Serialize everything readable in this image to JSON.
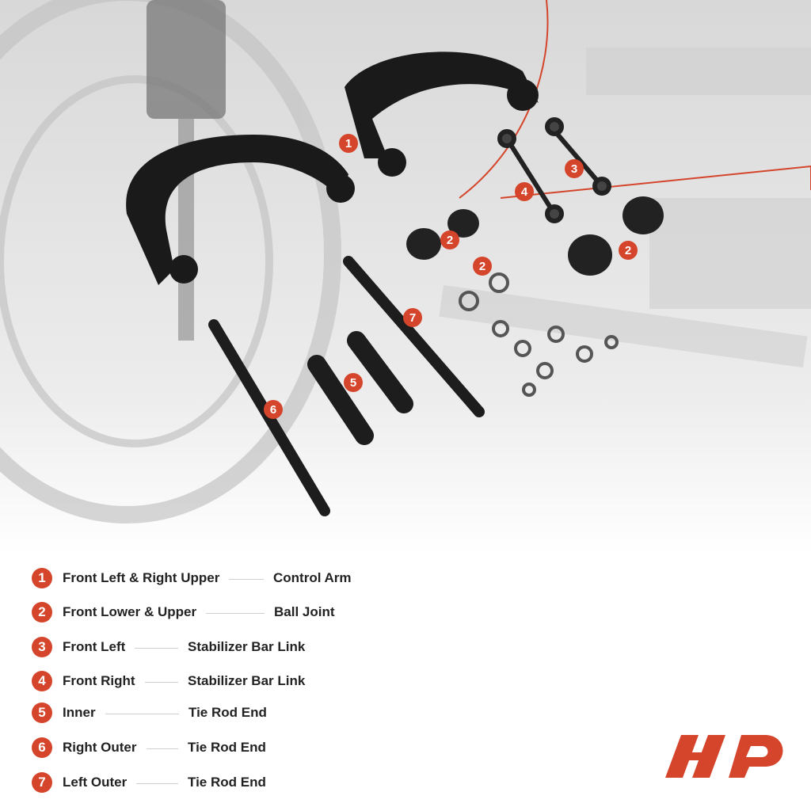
{
  "badges": [
    "1",
    "2",
    "2",
    "2",
    "3",
    "4",
    "5",
    "6",
    "7"
  ],
  "legend": [
    {
      "num": "1",
      "name": "Front Left  &  Right Upper",
      "part": "Control Arm"
    },
    {
      "num": "2",
      "name": "Front Lower  & Upper",
      "part": "Ball Joint"
    },
    {
      "num": "3",
      "name": "Front Left",
      "part": "Stabilizer Bar Link"
    },
    {
      "num": "4",
      "name": "Front Right",
      "part": "Stabilizer Bar Link"
    },
    {
      "num": "5",
      "name": "Inner",
      "part": "Tie Rod End"
    },
    {
      "num": "6",
      "name": "Right Outer",
      "part": "Tie Rod End"
    },
    {
      "num": "7",
      "name": "Left Outer",
      "part": "Tie Rod End"
    }
  ],
  "colors": {
    "accent": "#d4452b",
    "text": "#222222",
    "rule": "#cfcfcf"
  }
}
